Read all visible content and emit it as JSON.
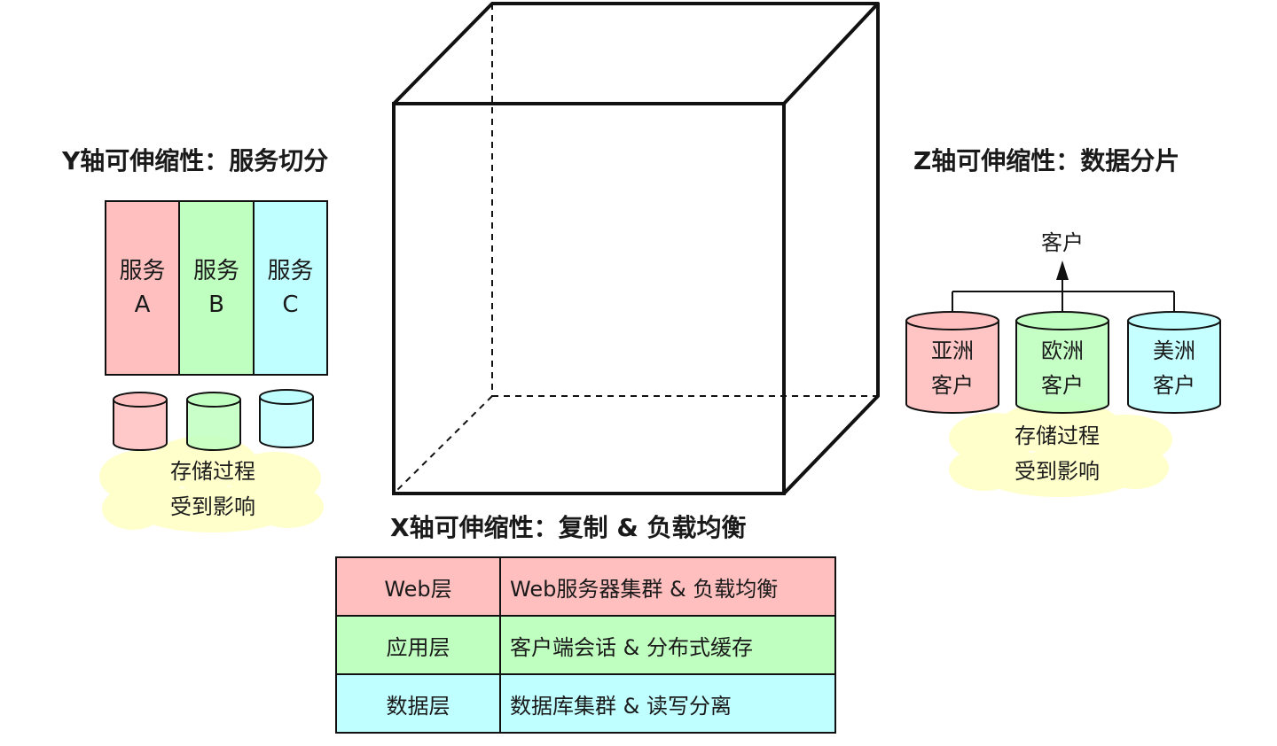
{
  "y_axis": {
    "title": "Y轴可伸缩性：服务切分",
    "services": [
      {
        "name": "服务",
        "letter": "A",
        "color": "#ffbfbf"
      },
      {
        "name": "服务",
        "letter": "B",
        "color": "#bfffbf"
      },
      {
        "name": "服务",
        "letter": "C",
        "color": "#bfffff"
      }
    ],
    "cloud_line1": "存储过程",
    "cloud_line2": "受到影响"
  },
  "z_axis": {
    "title": "Z轴可伸缩性：数据分片",
    "client": "客户",
    "databases": [
      {
        "line1": "亚洲",
        "line2": "客户",
        "color": "#ffbfbf"
      },
      {
        "line1": "欧洲",
        "line2": "客户",
        "color": "#bfffbf"
      },
      {
        "line1": "美洲",
        "line2": "客户",
        "color": "#bfffff"
      }
    ],
    "cloud_line1": "存储过程",
    "cloud_line2": "受到影响"
  },
  "x_axis": {
    "title": "X轴可伸缩性：复制 & 负载均衡",
    "layers": [
      {
        "name": "Web层",
        "desc": "Web服务器集群 & 负载均衡",
        "color": "#ffbfbf"
      },
      {
        "name": "应用层",
        "desc": "客户端会话 & 分布式缓存",
        "color": "#bfffbf"
      },
      {
        "name": "数据层",
        "desc": "数据库集群 & 读写分离",
        "color": "#bfffff"
      }
    ]
  },
  "colors": {
    "red": "#ffbfbf",
    "green": "#bfffbf",
    "cyan": "#bfffff",
    "cloud": "#ffffcc"
  }
}
